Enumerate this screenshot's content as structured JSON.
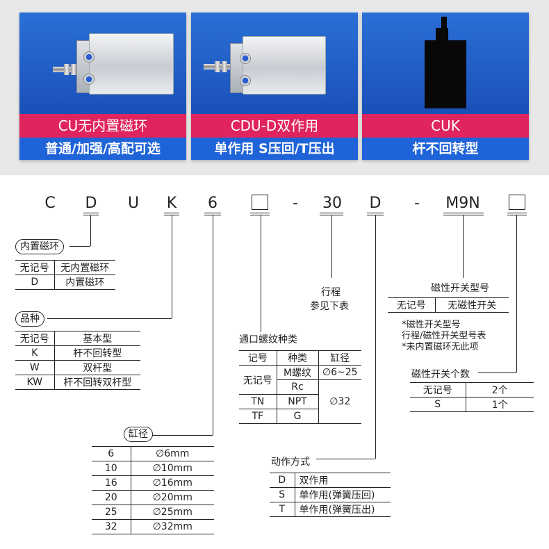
{
  "panels": [
    {
      "title": "CU无内置磁环",
      "subtitle": "普通/加强/高配可选"
    },
    {
      "title": "CDU-D双作用",
      "subtitle": "单作用 S压回/T压出"
    },
    {
      "title": "CUK",
      "subtitle": "杆不回转型"
    }
  ],
  "code": {
    "chars": [
      "C",
      "D",
      "U",
      "K",
      "6",
      "-",
      "30",
      "D",
      "-",
      "M9N"
    ]
  },
  "magnet_ring": {
    "label": "内置磁环",
    "rows": [
      [
        "无记号",
        "无内置磁环"
      ],
      [
        "D",
        "内置磁环"
      ]
    ]
  },
  "variety": {
    "label": "品种",
    "rows": [
      [
        "无记号",
        "基本型"
      ],
      [
        "K",
        "杆不回转型"
      ],
      [
        "W",
        "双杆型"
      ],
      [
        "KW",
        "杆不回转双杆型"
      ]
    ]
  },
  "bore": {
    "label": "缸径",
    "rows": [
      [
        "6",
        "∅6mm"
      ],
      [
        "10",
        "∅10mm"
      ],
      [
        "16",
        "∅16mm"
      ],
      [
        "20",
        "∅20mm"
      ],
      [
        "25",
        "∅25mm"
      ],
      [
        "32",
        "∅32mm"
      ]
    ]
  },
  "stroke": {
    "line1": "行程",
    "line2": "参见下表"
  },
  "port_thread": {
    "label": "通口螺纹种类",
    "headers": [
      "记号",
      "种类",
      "缸径"
    ],
    "rows": [
      [
        "无记号",
        "M螺纹",
        "∅6~25"
      ],
      [
        "",
        "Rc",
        ""
      ],
      [
        "TN",
        "NPT",
        ""
      ],
      [
        "TF",
        "G",
        ""
      ]
    ],
    "bore_merged": "∅32"
  },
  "action": {
    "label": "动作方式",
    "rows": [
      [
        "D",
        "双作用"
      ],
      [
        "S",
        "单作用(弹簧压回)"
      ],
      [
        "T",
        "单作用(弹簧压出)"
      ]
    ]
  },
  "switch_model": {
    "label": "磁性开关型号",
    "rows": [
      [
        "无记号",
        "无磁性开关"
      ]
    ],
    "notes": [
      "*磁性开关型号",
      "行程/磁性开关型号表",
      "*未内置磁环无此项"
    ]
  },
  "switch_count": {
    "label": "磁性开关个数",
    "rows": [
      [
        "无记号",
        "2个"
      ],
      [
        "S",
        "1个"
      ]
    ]
  }
}
